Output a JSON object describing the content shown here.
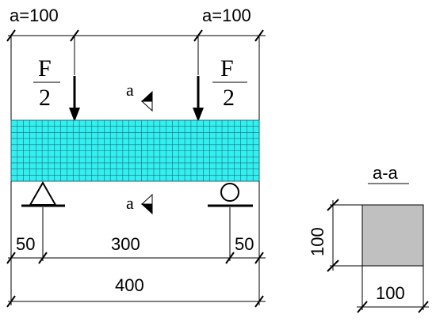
{
  "top_dims": {
    "left": "a=100",
    "right": "a=100"
  },
  "loads": {
    "left_num": "F",
    "left_den": "2",
    "right_num": "F",
    "right_den": "2"
  },
  "section_marks": {
    "top": "a",
    "bottom": "a"
  },
  "bottom_dims": {
    "left": "50",
    "middle": "300",
    "right": "50",
    "total": "400"
  },
  "cross_section": {
    "title": "a-a",
    "height": "100",
    "width": "100"
  },
  "colors": {
    "beam": "#33f0f0",
    "mesh": "#1a6b7a",
    "section": "#c0c0c0"
  }
}
